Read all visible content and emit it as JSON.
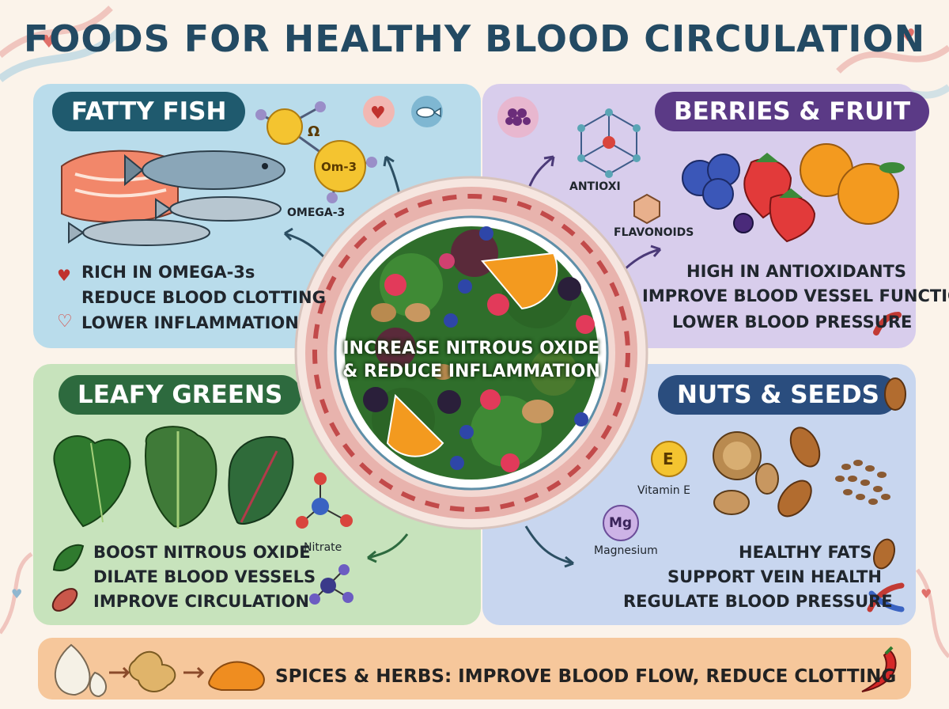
{
  "title": "FOODS FOR HEALTHY BLOOD CIRCULATION",
  "center": {
    "line1": "INCREASE NITROUS OXIDE",
    "line2": "& REDUCE INFLAMMATION"
  },
  "fatty_fish": {
    "heading": "FATTY FISH",
    "benefits": [
      "RICH IN OMEGA-3s",
      "REDUCE BLOOD CLOTTING",
      "LOWER INFLAMMATION"
    ],
    "omega_badge_1": "Ω",
    "omega_badge_2": "Om-3",
    "omega_label": "OMEGA-3"
  },
  "berries": {
    "heading": "BERRIES & FRUIT",
    "benefits": [
      "HIGH IN ANTIOXIDANTS",
      "IMPROVE BLOOD VESSEL FUNCTION",
      "LOWER BLOOD PRESSURE"
    ],
    "antioxi_label": "ANTIOXI",
    "flavonoids_label": "FLAVONOIDS"
  },
  "greens": {
    "heading": "LEAFY GREENS",
    "benefits": [
      "BOOST NITROUS OXIDE",
      "DILATE BLOOD VESSELS",
      "IMPROVE CIRCULATION"
    ],
    "nitrate_label": "Nitrate"
  },
  "nuts": {
    "heading": "NUTS & SEEDS",
    "benefits": [
      "HEALTHY FATS",
      "SUPPORT VEIN HEALTH",
      "REGULATE BLOOD PRESSURE"
    ],
    "vitamin_badge": "E",
    "vitamin_label": "Vitamin E",
    "magnesium_badge": "Mg",
    "magnesium_label": "Magnesium"
  },
  "banner": {
    "text": "SPICES & HERBS: IMPROVE BLOOD FLOW, REDUCE CLOTTING"
  },
  "colors": {
    "title": "#234a63",
    "fish_panel": "#b9dceb",
    "berry_panel": "#d8cdec",
    "greens_panel": "#c7e3bc",
    "nuts_panel": "#c8d6ef",
    "banner": "#f6c79b"
  }
}
